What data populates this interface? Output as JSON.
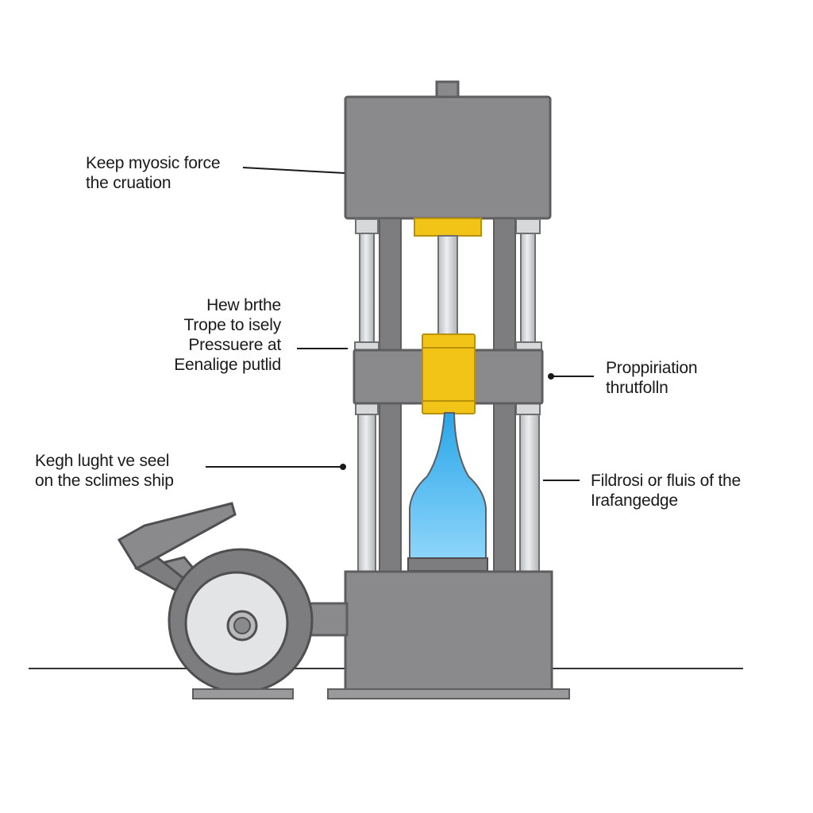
{
  "diagram": {
    "colors": {
      "body": "#8a8a8c",
      "body_stroke": "#5e5e60",
      "column": "#d4d6d8",
      "ram_yellow": "#f2c417",
      "fluid_top": "#2aa6e8",
      "fluid_bottom": "#8fd6fb",
      "line": "#1a1a1a"
    },
    "labels": {
      "top_left": [
        "Keep myosic force",
        "the cruation"
      ],
      "middle_left": [
        "Hew brthe",
        "Trope to isely",
        "Pressuere at",
        "Eenalige putlid"
      ],
      "middle_right": [
        "Proppiriation",
        "thrutfolln"
      ],
      "lower_left": [
        "Kegh lught ve seel",
        "on the sclimes ship"
      ],
      "lower_right": [
        "Fildrosi or fluis of the",
        "Irafangedge"
      ]
    }
  }
}
